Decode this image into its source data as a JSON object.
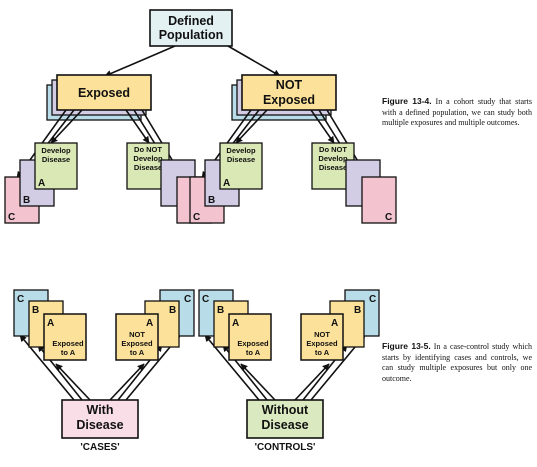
{
  "figure1": {
    "top_box": [
      "Defined",
      "Population"
    ],
    "exposed_box": [
      "Exposed"
    ],
    "not_exposed_box": [
      "NOT",
      "Exposed"
    ],
    "develop": [
      "Develop",
      "Disease"
    ],
    "do_not_develop": [
      "Do NOT",
      "Develop",
      "Disease"
    ],
    "letters": {
      "a": "A",
      "b": "B",
      "c": "C"
    },
    "caption_number": "Figure 13-4.",
    "caption_text": "In a cohort study that starts with a defined population, we can study both multiple exposures and multiple outcomes."
  },
  "figure2": {
    "cases_box": [
      "With",
      "Disease"
    ],
    "controls_box": [
      "Without",
      "Disease"
    ],
    "cases_label": "'CASES'",
    "controls_label": "'CONTROLS'",
    "exposed_to_a": [
      "Exposed",
      "to A"
    ],
    "not_exposed_to_a": [
      "NOT",
      "Exposed",
      "to A"
    ],
    "letters": {
      "a": "A",
      "b": "B",
      "c": "C"
    },
    "caption_number": "Figure 13-5.",
    "caption_text": "In a case-control study which starts by identifying cases and controls, we can study multiple exposures but only one outcome."
  },
  "colors": {
    "teal_fill": "#e3f1f3",
    "exposed_fill": "#fbe199",
    "blue_fill": "#b9dde8",
    "green_fill": "#d9e8b4",
    "purple_fill": "#d2cce4",
    "pink_fill": "#f3c4d0",
    "cases_fill": "#f9dee7",
    "controls_fill": "#dbe9c0"
  }
}
